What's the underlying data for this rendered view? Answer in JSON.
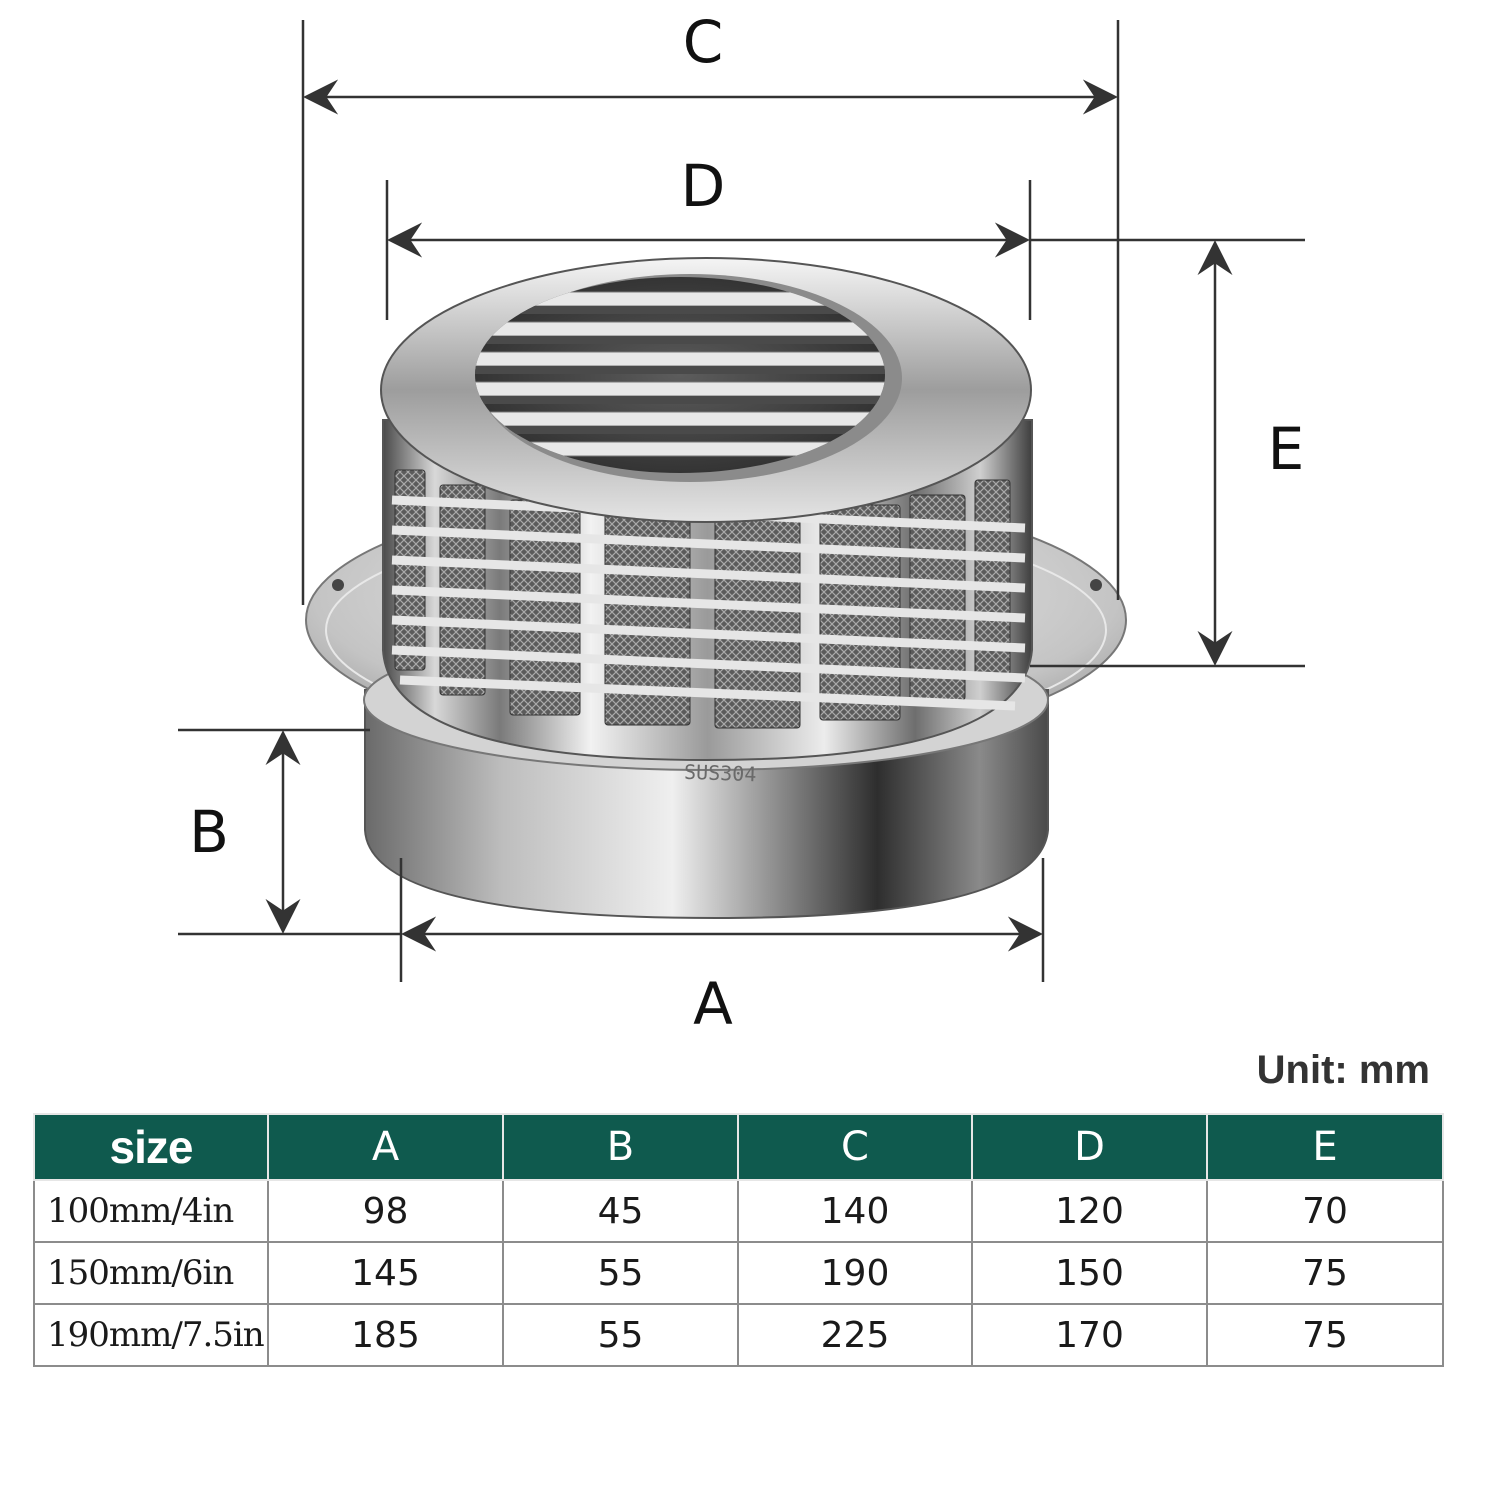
{
  "dimension_labels": {
    "A": "A",
    "B": "B",
    "C": "C",
    "D": "D",
    "E": "E"
  },
  "unit_label": "Unit: mm",
  "table": {
    "headers": [
      "size",
      "A",
      "B",
      "C",
      "D",
      "E"
    ],
    "rows": [
      [
        "100mm/4in",
        "98",
        "45",
        "140",
        "120",
        "70"
      ],
      [
        "150mm/6in",
        "145",
        "55",
        "190",
        "150",
        "75"
      ],
      [
        "190mm/7.5in",
        "185",
        "55",
        "225",
        "170",
        "75"
      ]
    ]
  },
  "product_stamp": "SUS304",
  "colors": {
    "header_bg": "#0f5a4e",
    "header_text": "#ffffff",
    "line": "#333333"
  }
}
